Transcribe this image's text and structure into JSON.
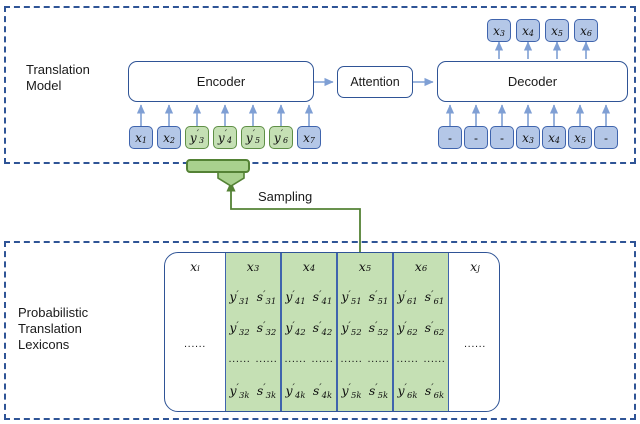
{
  "diagram": {
    "title": "Translation model with probabilistic translation lexicons sampling"
  },
  "colors": {
    "panel_border": "#2f5496",
    "box_border": "#2f5496",
    "chip_blue_fill": "#b4c7e7",
    "chip_blue_border": "#3f64ad",
    "chip_green_fill": "#c5e0b4",
    "chip_green_border": "#5f8f46",
    "bracket_fill": "#a9d18e",
    "bracket_border": "#548235",
    "arrow_blue": "#7f9fd4",
    "arrow_green": "#548235",
    "table_green_fill": "#c5e0b4"
  },
  "translation_panel": {
    "label": "Translation\nModel",
    "encoder": {
      "label": "Encoder"
    },
    "attention": {
      "label": "Attention"
    },
    "decoder": {
      "label": "Decoder"
    },
    "encoder_inputs": [
      {
        "base": "x",
        "sub": "1",
        "prime": false,
        "highlight": false
      },
      {
        "base": "x",
        "sub": "2",
        "prime": false,
        "highlight": false
      },
      {
        "base": "y",
        "sub": "3",
        "prime": true,
        "highlight": true
      },
      {
        "base": "y",
        "sub": "4",
        "prime": true,
        "highlight": true
      },
      {
        "base": "y",
        "sub": "5",
        "prime": true,
        "highlight": true
      },
      {
        "base": "y",
        "sub": "6",
        "prime": true,
        "highlight": true
      },
      {
        "base": "x",
        "sub": "7",
        "prime": false,
        "highlight": false
      }
    ],
    "decoder_inputs": [
      {
        "base": "-",
        "sub": "",
        "prime": false,
        "highlight": false
      },
      {
        "base": "-",
        "sub": "",
        "prime": false,
        "highlight": false
      },
      {
        "base": "-",
        "sub": "",
        "prime": false,
        "highlight": false
      },
      {
        "base": "x",
        "sub": "3",
        "prime": false,
        "highlight": false
      },
      {
        "base": "x",
        "sub": "4",
        "prime": false,
        "highlight": false
      },
      {
        "base": "x",
        "sub": "5",
        "prime": false,
        "highlight": false
      },
      {
        "base": "-",
        "sub": "",
        "prime": false,
        "highlight": false
      }
    ],
    "decoder_outputs": [
      {
        "base": "x",
        "sub": "3",
        "prime": false,
        "highlight": false
      },
      {
        "base": "x",
        "sub": "4",
        "prime": false,
        "highlight": false
      },
      {
        "base": "x",
        "sub": "5",
        "prime": false,
        "highlight": false
      },
      {
        "base": "x",
        "sub": "6",
        "prime": false,
        "highlight": false
      }
    ]
  },
  "sampling": {
    "label": "Sampling"
  },
  "lexicons_panel": {
    "label": "Probabilistic\nTranslation\nLexicons",
    "dots": "......",
    "columns": [
      {
        "header_base": "x",
        "header_sub": "i",
        "highlight": false,
        "rows": [
          {
            "left": "",
            "right": ""
          },
          {
            "left": "......",
            "right": ""
          }
        ]
      },
      {
        "header_base": "x",
        "header_sub": "3",
        "highlight": true,
        "rows": [
          {
            "y_base": "y",
            "y_sub": "31",
            "s_base": "s",
            "s_sub": "31"
          },
          {
            "y_base": "y",
            "y_sub": "32",
            "s_base": "s",
            "s_sub": "32"
          },
          {
            "y_base": "......",
            "y_sub": "",
            "s_base": "......",
            "s_sub": ""
          },
          {
            "y_base": "y",
            "y_sub": "3k",
            "s_base": "s",
            "s_sub": "3k"
          }
        ]
      },
      {
        "header_base": "x",
        "header_sub": "4",
        "highlight": true,
        "rows": [
          {
            "y_base": "y",
            "y_sub": "41",
            "s_base": "s",
            "s_sub": "41"
          },
          {
            "y_base": "y",
            "y_sub": "42",
            "s_base": "s",
            "s_sub": "42"
          },
          {
            "y_base": "......",
            "y_sub": "",
            "s_base": "......",
            "s_sub": ""
          },
          {
            "y_base": "y",
            "y_sub": "4k",
            "s_base": "s",
            "s_sub": "4k"
          }
        ]
      },
      {
        "header_base": "x",
        "header_sub": "5",
        "highlight": true,
        "rows": [
          {
            "y_base": "y",
            "y_sub": "51",
            "s_base": "s",
            "s_sub": "51"
          },
          {
            "y_base": "y",
            "y_sub": "52",
            "s_base": "s",
            "s_sub": "52"
          },
          {
            "y_base": "......",
            "y_sub": "",
            "s_base": "......",
            "s_sub": ""
          },
          {
            "y_base": "y",
            "y_sub": "5k",
            "s_base": "s",
            "s_sub": "5k"
          }
        ]
      },
      {
        "header_base": "x",
        "header_sub": "6",
        "highlight": true,
        "rows": [
          {
            "y_base": "y",
            "y_sub": "61",
            "s_base": "s",
            "s_sub": "61"
          },
          {
            "y_base": "y",
            "y_sub": "62",
            "s_base": "s",
            "s_sub": "62"
          },
          {
            "y_base": "......",
            "y_sub": "",
            "s_base": "......",
            "s_sub": ""
          },
          {
            "y_base": "y",
            "y_sub": "6k",
            "s_base": "s",
            "s_sub": "6k"
          }
        ]
      },
      {
        "header_base": "x",
        "header_sub": "j",
        "highlight": false,
        "rows": [
          {
            "left": "",
            "right": ""
          },
          {
            "left": "......",
            "right": ""
          }
        ]
      }
    ]
  }
}
